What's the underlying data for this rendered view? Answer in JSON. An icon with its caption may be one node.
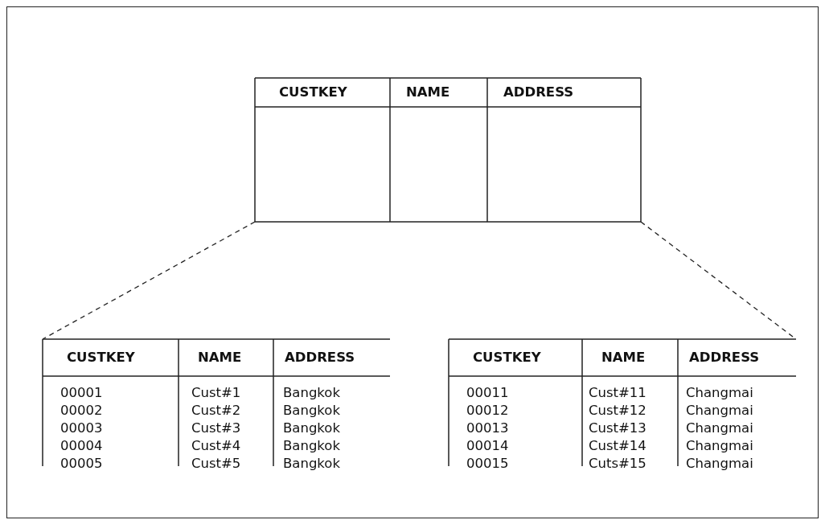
{
  "diagram": {
    "nodes": [
      {
        "text": [
          "CUSTKEY",
          "NAME",
          "ADDRESS"
        ]
      },
      {
        "text": [
          "CUSTKEY",
          "NAME",
          "ADDRESS",
          "00001",
          "Cust#1",
          "Bangkok",
          "00002",
          "Cust#2",
          "Bangkok",
          "00003",
          "Cust#3",
          "Bangkok",
          "00004",
          "Cust#4",
          "Bangkok",
          "00005",
          "Cust#5",
          "Bangkok"
        ]
      },
      {
        "text": [
          "CUSTKEY",
          "NAME",
          "ADDRESS",
          "00011",
          "Cust#11",
          "Changmai",
          "00012",
          "Cust#12",
          "Changmai",
          "00013",
          "Cust#13",
          "Changmai",
          "00014",
          "Cust#14",
          "Changmai",
          "00015",
          "Cuts#15",
          "Changmai"
        ]
      }
    ],
    "edges": [
      {
        "from": 0,
        "to": 1,
        "arrow": "none",
        "style": "dashed"
      },
      {
        "from": 0,
        "to": 2,
        "arrow": "none",
        "style": "dashed"
      }
    ]
  }
}
